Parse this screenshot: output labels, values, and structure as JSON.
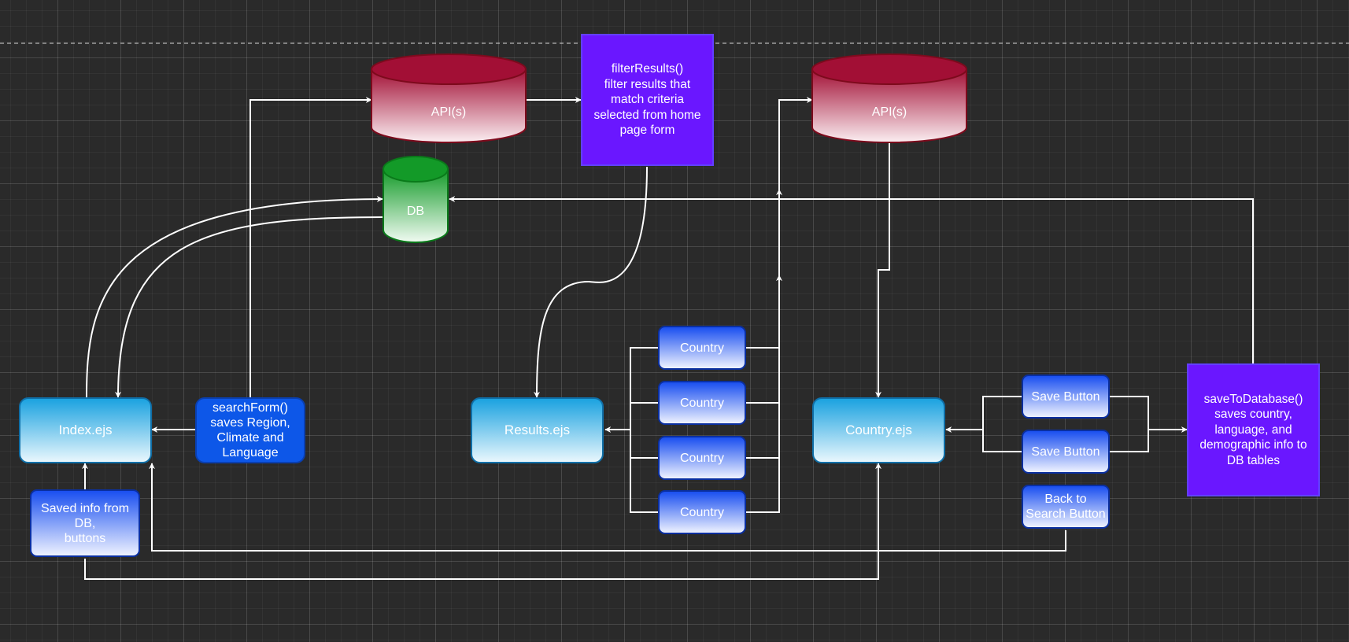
{
  "nodes": {
    "api_left": "API(s)",
    "api_right": "API(s)",
    "db": "DB",
    "filter_results": "filterResults()\nfilter results that match criteria selected from home page form",
    "index_page": "Index.ejs",
    "search_form": "searchForm()\nsaves Region, Climate and Language",
    "saved_info": "Saved info from DB,\nbuttons",
    "results_page": "Results.ejs",
    "country_1": "Country",
    "country_2": "Country",
    "country_3": "Country",
    "country_4": "Country",
    "country_page": "Country.ejs",
    "save_button_1": "Save Button",
    "save_button_2": "Save Button",
    "back_button": "Back to Search Button",
    "save_to_database": "saveToDatabase()\nsaves country, language, and demographic info to DB tables"
  },
  "colors": {
    "background": "#2a2a2a",
    "connector": "#ffffff",
    "api_fill_top": "#a20f35",
    "db_fill_top": "#139a28",
    "function_fill": "#6a17ff",
    "page_fill_top": "#1ba2e0",
    "button_fill_top": "#1a4ff0"
  }
}
